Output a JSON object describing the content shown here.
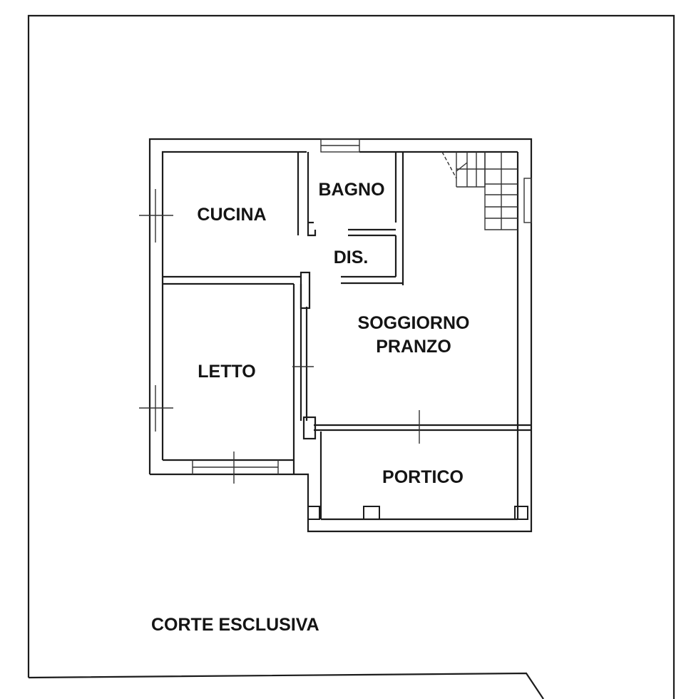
{
  "rooms": {
    "cucina": "CUCINA",
    "bagno": "BAGNO",
    "dis": "DIS.",
    "letto": "LETTO",
    "soggiorno_line1": "SOGGIORNO",
    "soggiorno_line2": "PRANZO",
    "portico": "PORTICO"
  },
  "outdoor": {
    "corte": "CORTE ESCLUSIVA"
  },
  "colors": {
    "ink": "#141414",
    "background": "#ffffff"
  }
}
